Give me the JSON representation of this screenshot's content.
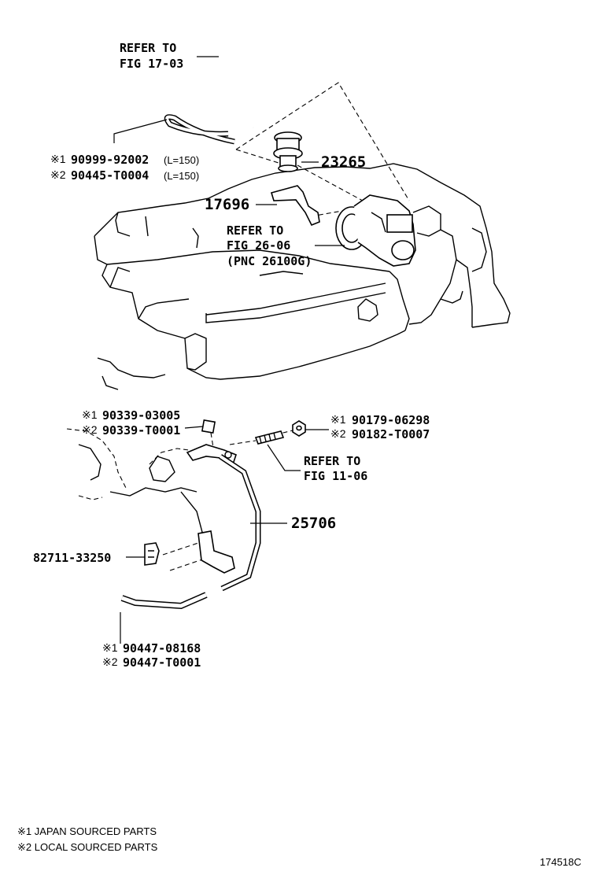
{
  "refer_top": {
    "line1": "REFER TO",
    "line2": "FIG 17-03"
  },
  "hose_top": {
    "mark1": "※1",
    "part1": "90999-92002",
    "len1": "(L=150)",
    "mark2": "※2",
    "part2": "90445-T0004",
    "len2": "(L=150)"
  },
  "part_23265": "23265",
  "part_17696": "17696",
  "refer_throttle": {
    "line1": "REFER TO",
    "line2": "FIG 26-06",
    "line3": "(PNC 26100G)"
  },
  "plug": {
    "mark1": "※1",
    "part1": "90339-03005",
    "mark2": "※2",
    "part2": "90339-T0001"
  },
  "nut": {
    "mark1": "※1",
    "part1": "90179-06298",
    "mark2": "※2",
    "part2": "90182-T0007"
  },
  "refer_stud": {
    "line1": "REFER TO",
    "line2": "FIG 11-06"
  },
  "part_25706": "25706",
  "part_82711": "82711-33250",
  "hose_bottom": {
    "mark1": "※1",
    "part1": "90447-08168",
    "mark2": "※2",
    "part2": "90447-T0001"
  },
  "legend": {
    "note1": "※1 JAPAN SOURCED PARTS",
    "note2": "※2 LOCAL SOURCED PARTS"
  },
  "illustration_id": "174518C"
}
